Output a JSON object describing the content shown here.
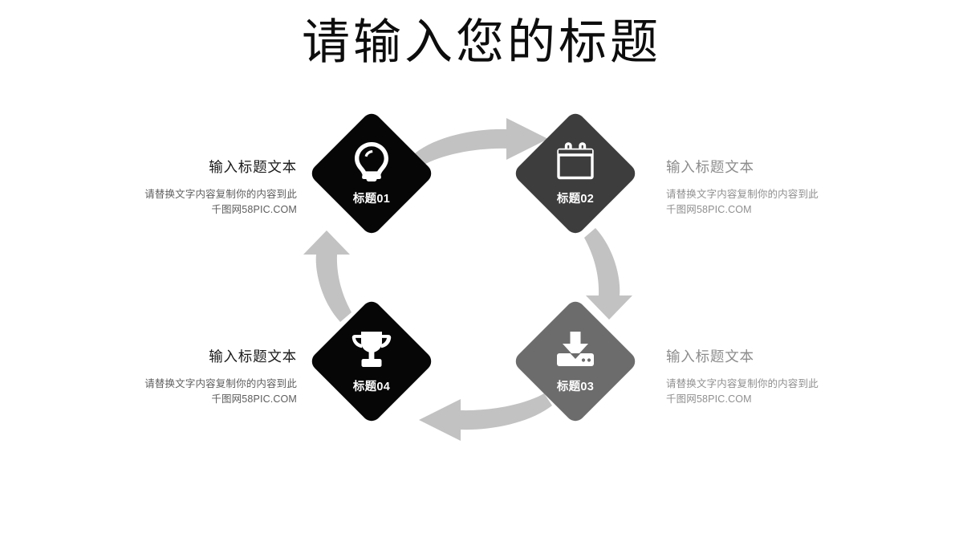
{
  "slide": {
    "title": "请输入您的标题",
    "background_color": "#ffffff"
  },
  "colors": {
    "node_1": "#060606",
    "node_2": "#3d3d3d",
    "node_3": "#6d6c6c",
    "node_4": "#060606",
    "arrow": "#c2c2c2",
    "title_text": "#0d0d0d",
    "heading_dark": "#1a1a1a",
    "heading_gray": "#8c8c8c",
    "body_dark": "#5d5d5d",
    "body_gray": "#8f8f8f"
  },
  "nodes": [
    {
      "id": "node-1",
      "label": "标题01",
      "icon": "lightbulb-icon",
      "color": "#060606",
      "position": "top-left"
    },
    {
      "id": "node-2",
      "label": "标题02",
      "icon": "calendar-icon",
      "color": "#3d3d3d",
      "position": "top-right"
    },
    {
      "id": "node-3",
      "label": "标题03",
      "icon": "download-icon",
      "color": "#6d6c6c",
      "position": "bottom-right"
    },
    {
      "id": "node-4",
      "label": "标题04",
      "icon": "trophy-icon",
      "color": "#060606",
      "position": "bottom-left"
    }
  ],
  "arrows": [
    {
      "id": "arrow-top",
      "direction": "right",
      "from": "node-1",
      "to": "node-2"
    },
    {
      "id": "arrow-right",
      "direction": "down",
      "from": "node-2",
      "to": "node-3"
    },
    {
      "id": "arrow-bottom",
      "direction": "left",
      "from": "node-3",
      "to": "node-4"
    },
    {
      "id": "arrow-left",
      "direction": "up",
      "from": "node-4",
      "to": "node-1"
    }
  ],
  "text_blocks": [
    {
      "id": "text-block-1",
      "align": "right",
      "tone": "dark",
      "heading": "输入标题文本",
      "body_line_1": "请替换文字内容复制你的内容到此",
      "body_line_2": "千图网58PIC.COM"
    },
    {
      "id": "text-block-2",
      "align": "left",
      "tone": "gray",
      "heading": "输入标题文本",
      "body_line_1": "请替换文字内容复制你的内容到此",
      "body_line_2": "千图网58PIC.COM"
    },
    {
      "id": "text-block-3",
      "align": "right",
      "tone": "dark",
      "heading": "输入标题文本",
      "body_line_1": "请替换文字内容复制你的内容到此",
      "body_line_2": "千图网58PIC.COM"
    },
    {
      "id": "text-block-4",
      "align": "left",
      "tone": "gray",
      "heading": "输入标题文本",
      "body_line_1": "请替换文字内容复制你的内容到此",
      "body_line_2": "千图网58PIC.COM"
    }
  ]
}
